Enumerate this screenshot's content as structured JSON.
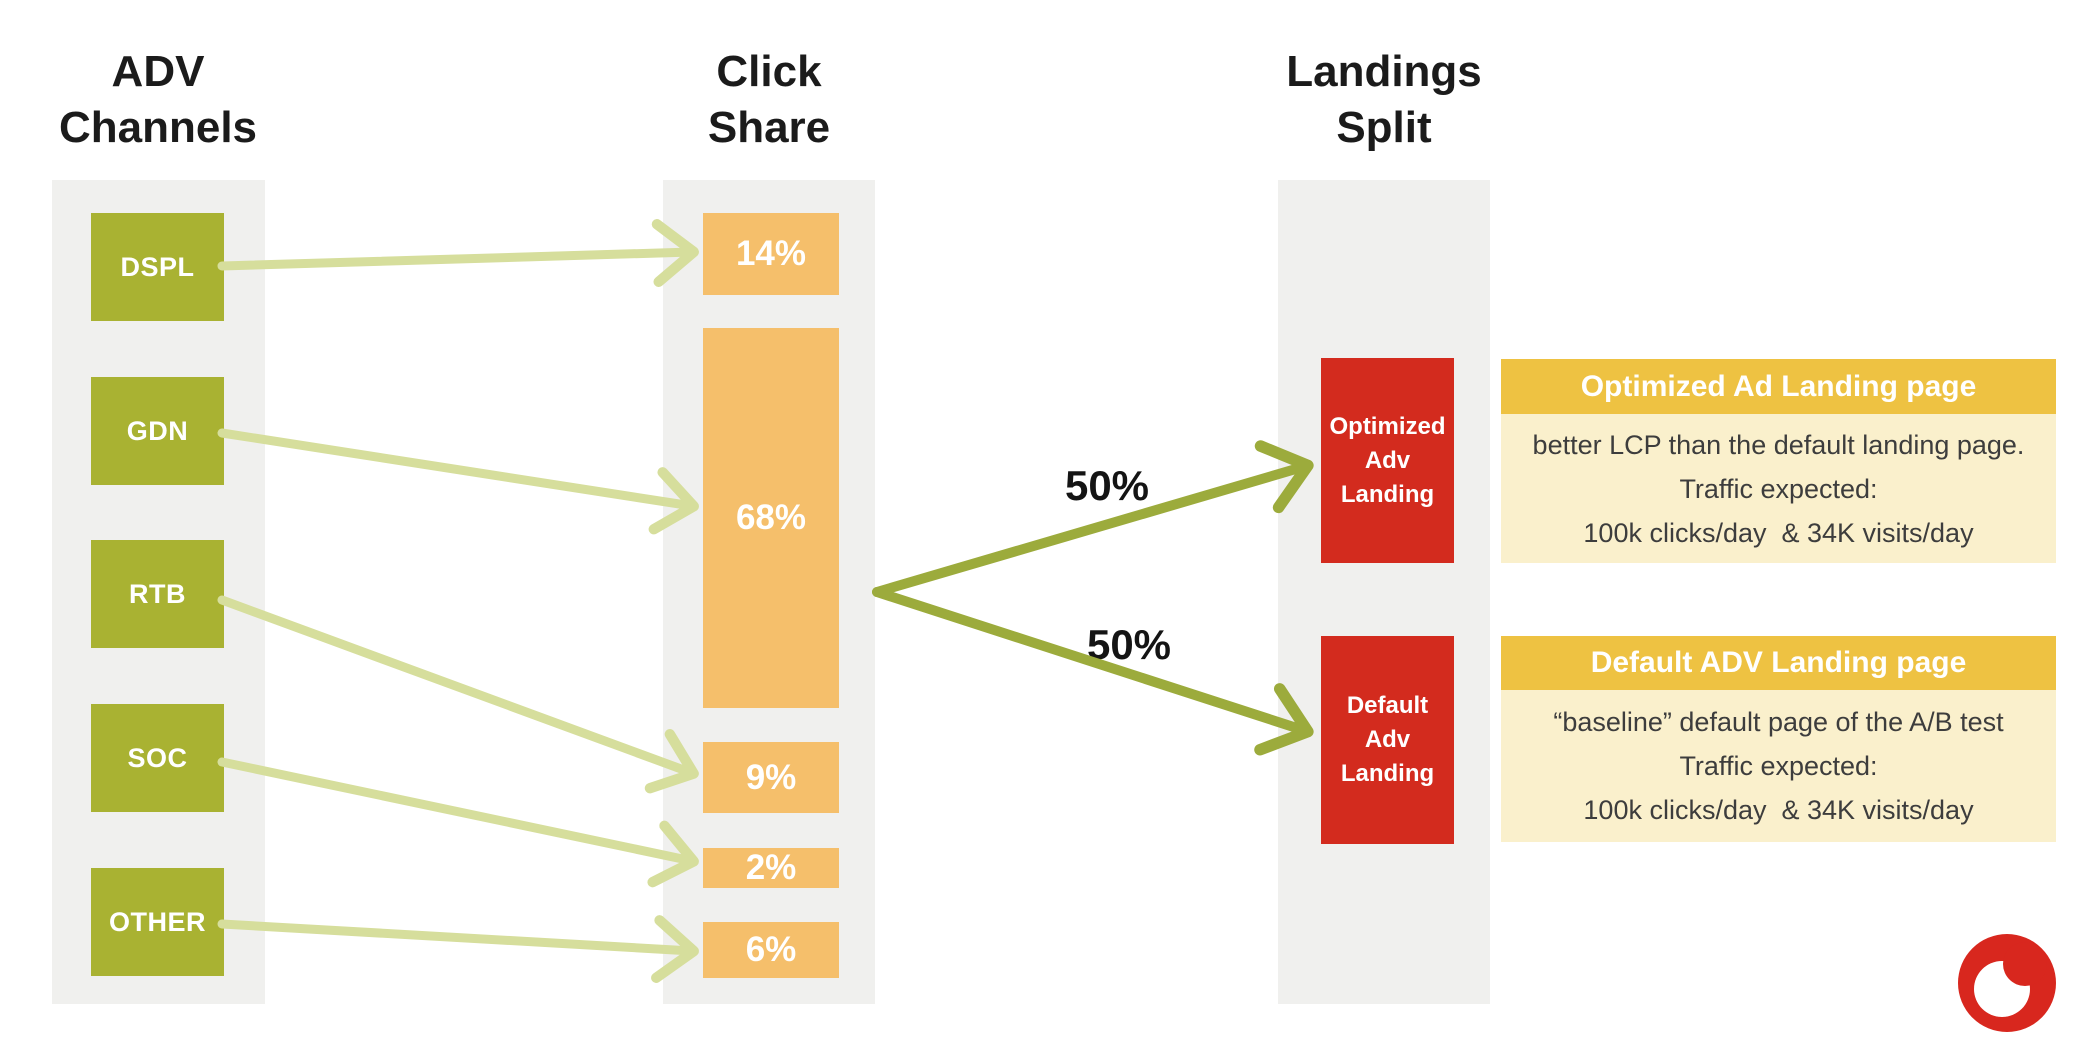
{
  "columns": {
    "adv_channels": {
      "title": "ADV\nChannels"
    },
    "click_share": {
      "title": "Click\nShare"
    },
    "landings_split": {
      "title": "Landings\nSplit"
    }
  },
  "channels": [
    {
      "label": "DSPL"
    },
    {
      "label": "GDN"
    },
    {
      "label": "RTB"
    },
    {
      "label": "SOC"
    },
    {
      "label": "OTHER"
    }
  ],
  "shares": [
    {
      "label": "14%",
      "value": 14
    },
    {
      "label": "68%",
      "value": 68
    },
    {
      "label": "9%",
      "value": 9
    },
    {
      "label": "2%",
      "value": 2
    },
    {
      "label": "6%",
      "value": 6
    }
  ],
  "flows": [
    {
      "from": "DSPL",
      "to": "14%"
    },
    {
      "from": "GDN",
      "to": "68%"
    },
    {
      "from": "RTB",
      "to": "9%"
    },
    {
      "from": "SOC",
      "to": "2%"
    },
    {
      "from": "OTHER",
      "to": "6%"
    }
  ],
  "split": {
    "top_label": "50%",
    "bottom_label": "50%"
  },
  "landings": [
    {
      "label": "Optimized\nAdv\nLanding"
    },
    {
      "label": "Default\nAdv\nLanding"
    }
  ],
  "cards": [
    {
      "header": "Optimized Ad Landing page",
      "lines": [
        "better LCP than the default landing page.",
        "Traffic expected:",
        "100k clicks/day  & 34K visits/day"
      ]
    },
    {
      "header": "Default ADV Landing page",
      "lines": [
        "“baseline” default page of the A/B test",
        "Traffic expected:",
        "100k clicks/day  & 34K visits/day"
      ]
    }
  ],
  "logo": {
    "name": "vodafone-logo"
  },
  "colors": {
    "channel_green": "#a9b232",
    "light_arrow": "#d6de9c",
    "dark_arrow": "#9cab3c",
    "share_orange": "#f5bf6b",
    "landing_red": "#d32b1e",
    "column_gray": "#f0f0ee",
    "card_header_gold": "#eec242",
    "card_body_cream": "#faf0cc",
    "logo_red": "#d8271e"
  }
}
